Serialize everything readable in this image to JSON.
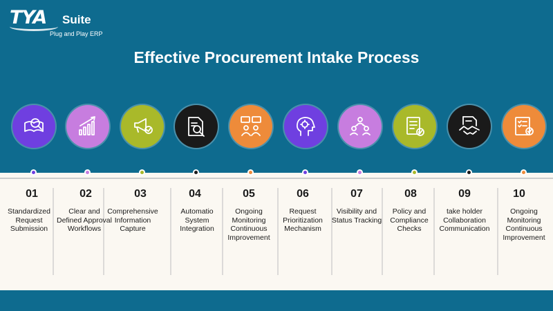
{
  "brand": {
    "mark": "TYA",
    "suite": "Suite",
    "tagline": "Plug and Play ERP"
  },
  "title": "Effective Procurement Intake Process",
  "steps": [
    {
      "number": "01",
      "label": "Standardized Request Submission",
      "color": "#6f3fe0",
      "icon": "book-search-icon"
    },
    {
      "number": "02",
      "label": "Clear and Defined Approval Workflows",
      "color": "#c77ddf",
      "icon": "rocket-growth-chart-icon"
    },
    {
      "number": "03",
      "label": "Comprehensive Information Capture",
      "color": "#a9b92a",
      "icon": "megaphone-check-icon"
    },
    {
      "number": "04",
      "label": "Automatio System Integration",
      "color": "#1a1a1a",
      "icon": "document-search-icon"
    },
    {
      "number": "05",
      "label": "Ongoing Monitoring Continuous Improvement",
      "color": "#ee8b3a",
      "icon": "team-discussion-icon"
    },
    {
      "number": "06",
      "label": "Request Prioritization Mechanism",
      "color": "#6f3fe0",
      "icon": "head-gear-icon"
    },
    {
      "number": "07",
      "label": "Visibility and Status Tracking",
      "color": "#c77ddf",
      "icon": "people-network-icon"
    },
    {
      "number": "08",
      "label": "Policy and Compliance Checks",
      "color": "#a9b92a",
      "icon": "policy-checklist-icon"
    },
    {
      "number": "09",
      "label": "take holder Collaboration Communication",
      "color": "#1a1a1a",
      "icon": "handshake-document-icon"
    },
    {
      "number": "10",
      "label": "Ongoing Monitoring Continuous Improvement",
      "color": "#ee8b3a",
      "icon": "checklist-review-icon"
    }
  ]
}
